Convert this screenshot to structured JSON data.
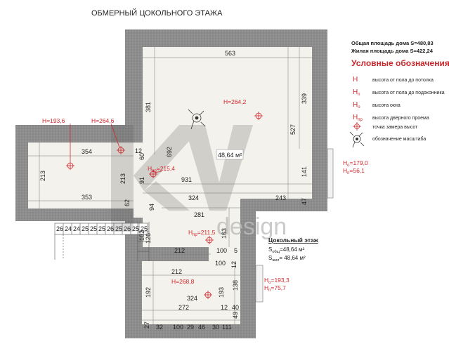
{
  "title": "ОБМЕРНЫЙ ЦОКОЛЬНОГО ЭТАЖА",
  "summary": {
    "total_area": "Общая площадь дома S=480,83",
    "living_area": "Жилая площадь дома S=422,24"
  },
  "legend": {
    "title": "Условные обозначения:",
    "items": [
      {
        "symbol": "H",
        "sub": "",
        "label": "высота от пола до потолка"
      },
      {
        "symbol": "H",
        "sub": "п",
        "label": "высота от пола до подоконника"
      },
      {
        "symbol": "H",
        "sub": "о",
        "label": "высота окна"
      },
      {
        "symbol": "H",
        "sub": "пр",
        "label": "высота дверного проема"
      },
      {
        "symbol": "marker",
        "sub": "",
        "label": "точка замера высот"
      },
      {
        "symbol": "scale",
        "sub": "",
        "label": "обозначение масштаба"
      }
    ]
  },
  "floor_info": {
    "title": "Цокольный этаж",
    "s_total": "S",
    "s_total_sub": "общ",
    "s_total_value": "=48,64 м²",
    "s_living": "S",
    "s_living_sub": "жил",
    "s_living_value": "= 48,64 м²"
  },
  "window_notes": {
    "upper_ho": "H",
    "upper_ho_sub": "о",
    "upper_ho_value": "=179,0",
    "upper_hp": "H",
    "upper_hp_sub": "п",
    "upper_hp_value": "=56,1",
    "lower_ho": "H",
    "lower_ho_sub": "о",
    "lower_ho_value": "=193,3",
    "lower_hp": "H",
    "lower_hp_sub": "п",
    "lower_hp_value": "=75,7"
  },
  "heights": {
    "main": "H=264,2",
    "left": "H=193,6",
    "passage": "H=264,6",
    "door_1": "H",
    "door_1_sub": "пр",
    "door_1_value": "=215,4",
    "door_2": "H",
    "door_2_sub": "пр",
    "door_2_value": "=211,5",
    "bottom": "H=268,8"
  },
  "room_area": "48,64 м²",
  "dimensions": {
    "d563": "563",
    "d339": "339",
    "d381": "381",
    "d527": "527",
    "d692": "692",
    "d141": "141",
    "d47": "47",
    "d931": "931",
    "d324": "324",
    "d243": "243",
    "d281": "281",
    "d163": "163",
    "d354": "354",
    "d213": "213",
    "d12": "12",
    "d60": "60",
    "d91": "91",
    "d62": "62",
    "d94": "94",
    "d353": "353",
    "d102": "102",
    "d126": "126",
    "d212": "212",
    "d100": "100",
    "d5": "5",
    "d192": "192",
    "d193": "193",
    "d138": "138",
    "d12b": "12",
    "d272": "272",
    "d40": "40",
    "d49": "49",
    "d111": "111",
    "d27": "27",
    "d32": "32",
    "d29": "29",
    "d46": "46",
    "d30": "30",
    "d324b": "324",
    "d212b": "212",
    "d100b": "100",
    "d12c": "12",
    "d213b": "213"
  },
  "stairs": [
    "26",
    "24",
    "24",
    "25",
    "25",
    "25",
    "26",
    "25",
    "26",
    "25",
    "25"
  ],
  "watermark": "design"
}
